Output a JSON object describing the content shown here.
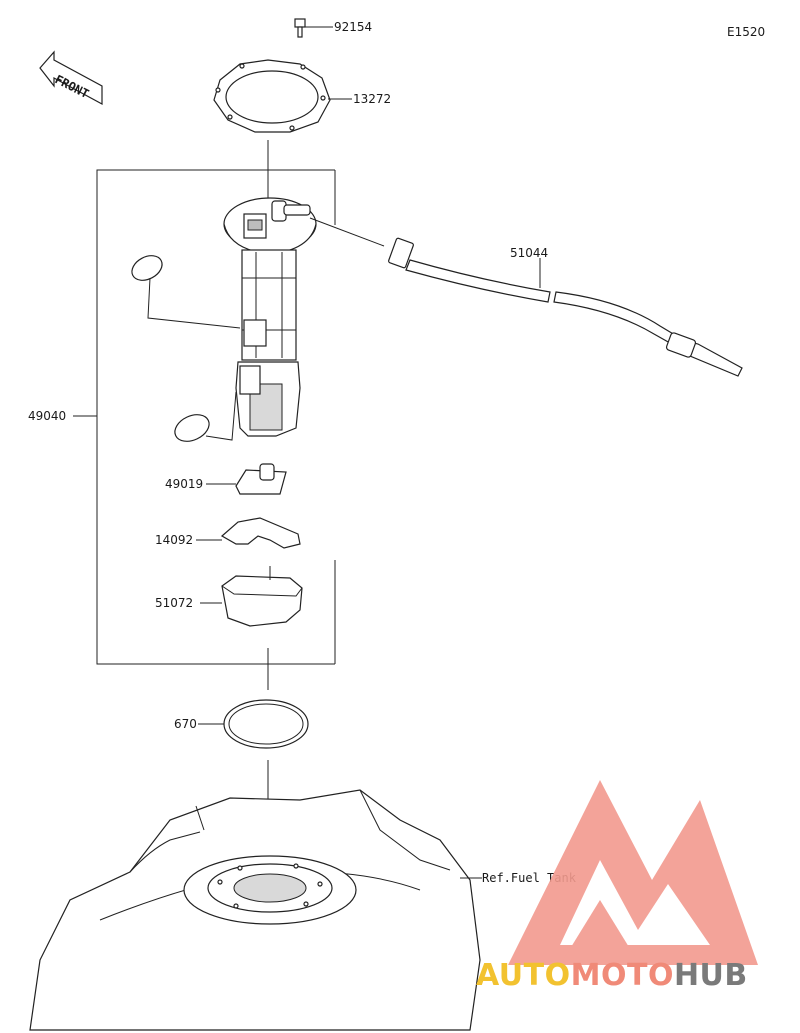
{
  "diagram_code": "E1520",
  "front_label": "FRONT",
  "parts": {
    "p92154": "92154",
    "p13272": "13272",
    "p51044": "51044",
    "p49040": "49040",
    "p49019": "49019",
    "p14092": "14092",
    "p51072": "51072",
    "p670": "670",
    "ref_tank": "Ref.Fuel Tank"
  },
  "watermark": {
    "auto": "AUTO",
    "moto": "MOTO",
    "hub": "HUB",
    "colors": {
      "auto": "#f2c230",
      "moto": "#f08a78",
      "hub": "#7a7a7a",
      "logo": "#f29a8e"
    }
  }
}
